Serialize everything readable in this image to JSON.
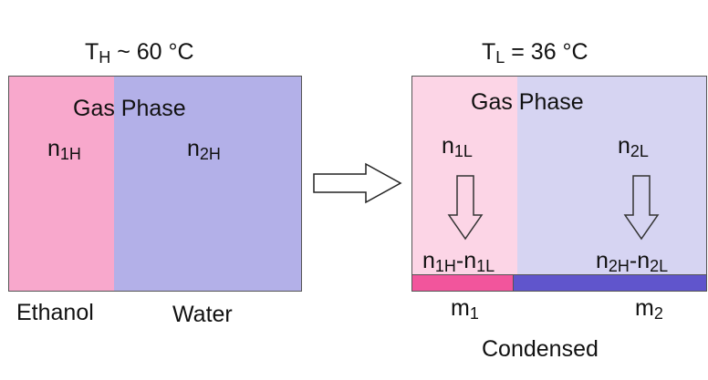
{
  "left": {
    "temp": {
      "main": "T",
      "sub": "H",
      "rest": " ~ 60 °C"
    },
    "phase_label": "Gas Phase",
    "n1": {
      "main": "n",
      "sub": "1H"
    },
    "n2": {
      "main": "n",
      "sub": "2H"
    },
    "label_a": "Ethanol",
    "label_b": "Water"
  },
  "right": {
    "temp": {
      "main": "T",
      "sub": "L",
      "rest": " = 36 °C"
    },
    "phase_label": "Gas Phase",
    "n1": {
      "main": "n",
      "sub": "1L"
    },
    "n2": {
      "main": "n",
      "sub": "2L"
    },
    "diff1": {
      "a": "n",
      "a_sub": "1H",
      "mid": "-n",
      "b_sub": "1L"
    },
    "diff2": {
      "a": "n",
      "a_sub": "2H",
      "mid": "-n",
      "b_sub": "2L"
    },
    "m1": {
      "main": "m",
      "sub": "1"
    },
    "m2": {
      "main": "m",
      "sub": "2"
    },
    "condensed_label": "Condensed"
  },
  "colors": {
    "ethanol_hot": "#f8a8cc",
    "water_hot": "#b3b0e8",
    "ethanol_cool": "#fcd5e6",
    "water_cool": "#d6d4f2",
    "ethanol_liquid": "#f2559c",
    "water_liquid": "#6055cc"
  }
}
